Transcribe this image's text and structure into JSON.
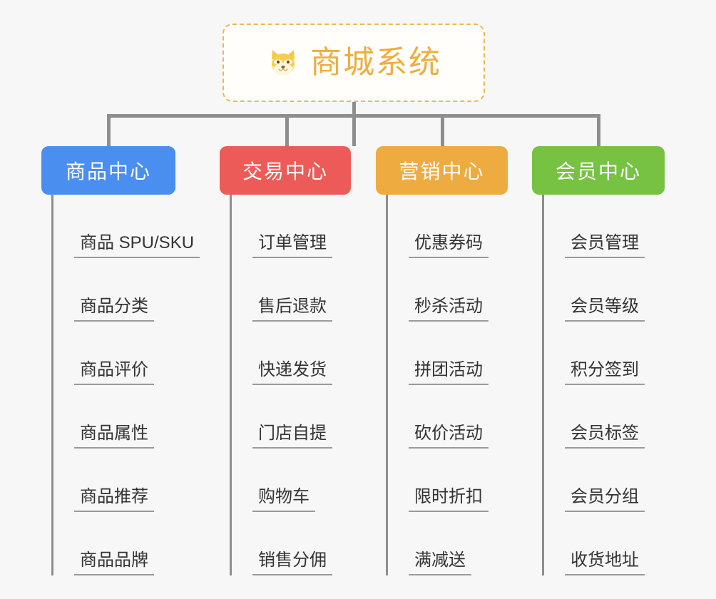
{
  "diagram": {
    "title": "商城系统",
    "background_color": "#f7f7f7",
    "root": {
      "label": "商城系统",
      "icon": "shiba-inu-dog-emoji",
      "emoji": "🐕",
      "text_color": "#eeae3f",
      "border_color": "#edb751",
      "border_style": "dashed",
      "background_color": "#fffefb"
    },
    "connector_color": "#8e8e8e",
    "leaf_text_color": "#333333",
    "leaf_underline_color": "#9a9a9a",
    "branches": [
      {
        "label": "商品中心",
        "color": "#4a8ef0",
        "items": [
          "商品 SPU/SKU",
          "商品分类",
          "商品评价",
          "商品属性",
          "商品推荐",
          "商品品牌"
        ]
      },
      {
        "label": "交易中心",
        "color": "#ec5b58",
        "items": [
          "订单管理",
          "售后退款",
          "快递发货",
          "门店自提",
          "购物车",
          "销售分佣"
        ]
      },
      {
        "label": "营销中心",
        "color": "#eeab40",
        "items": [
          "优惠券码",
          "秒杀活动",
          "拼团活动",
          "砍价活动",
          "限时折扣",
          "满减送"
        ]
      },
      {
        "label": "会员中心",
        "color": "#77c242",
        "items": [
          "会员管理",
          "会员等级",
          "积分签到",
          "会员标签",
          "会员分组",
          "收货地址"
        ]
      }
    ]
  }
}
